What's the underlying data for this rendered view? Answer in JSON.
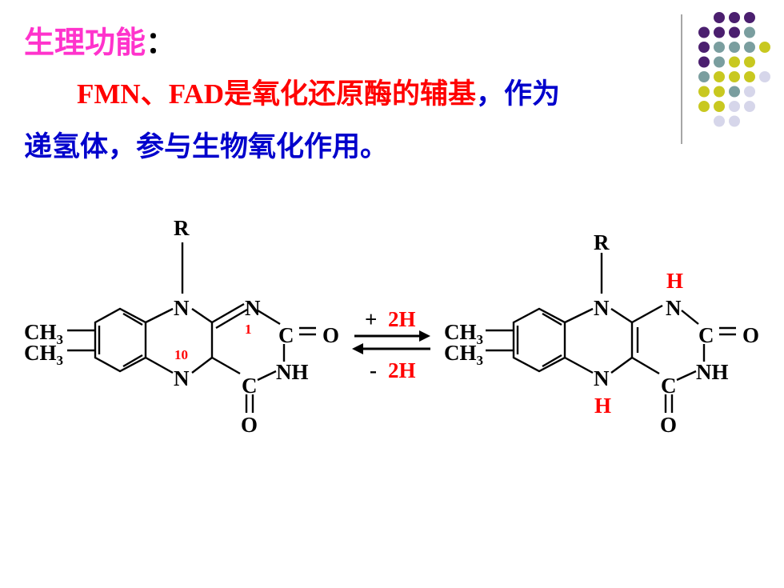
{
  "heading": {
    "label": "生理功能",
    "colon": "："
  },
  "body_text": {
    "line1_prefix": "FMN、FAD",
    "line1_red": "是氧化还原酶的辅基",
    "line1_blue": "，作为",
    "line2": "递氢体，参与生物氧化作用。"
  },
  "colors": {
    "heading": "#ff33cc",
    "red": "#ff0000",
    "blue": "#0000cc",
    "dot_purple": "#4b1f6f",
    "dot_teal": "#7a9e9f",
    "dot_yellow": "#c8c820",
    "dot_lavender": "#d6d6ea"
  },
  "oxidized": {
    "r": "R",
    "n_top": "N",
    "n_right": "N",
    "n1_label": "1",
    "n10_label": "10",
    "n_bottom": "N",
    "c_carbonyl": "C",
    "o_right": "O",
    "nh": "NH",
    "c_bottom": "C",
    "o_bottom": "O",
    "ch3_top": "CH",
    "ch3_bottom": "CH",
    "sub3": "3"
  },
  "reaction": {
    "plus_sign": "+",
    "plus_label": "2H",
    "minus_sign": "-",
    "minus_label": "2H"
  },
  "reduced": {
    "r": "R",
    "h_top": "H",
    "n_top": "N",
    "n_right": "N",
    "c_carbonyl": "C",
    "o_right": "O",
    "nh": "NH",
    "n_bottom": "N",
    "h_bottom": "H",
    "c_bottom": "C",
    "o_bottom": "O",
    "ch3_top": "CH",
    "ch3_bottom": "CH",
    "sub3": "3"
  }
}
